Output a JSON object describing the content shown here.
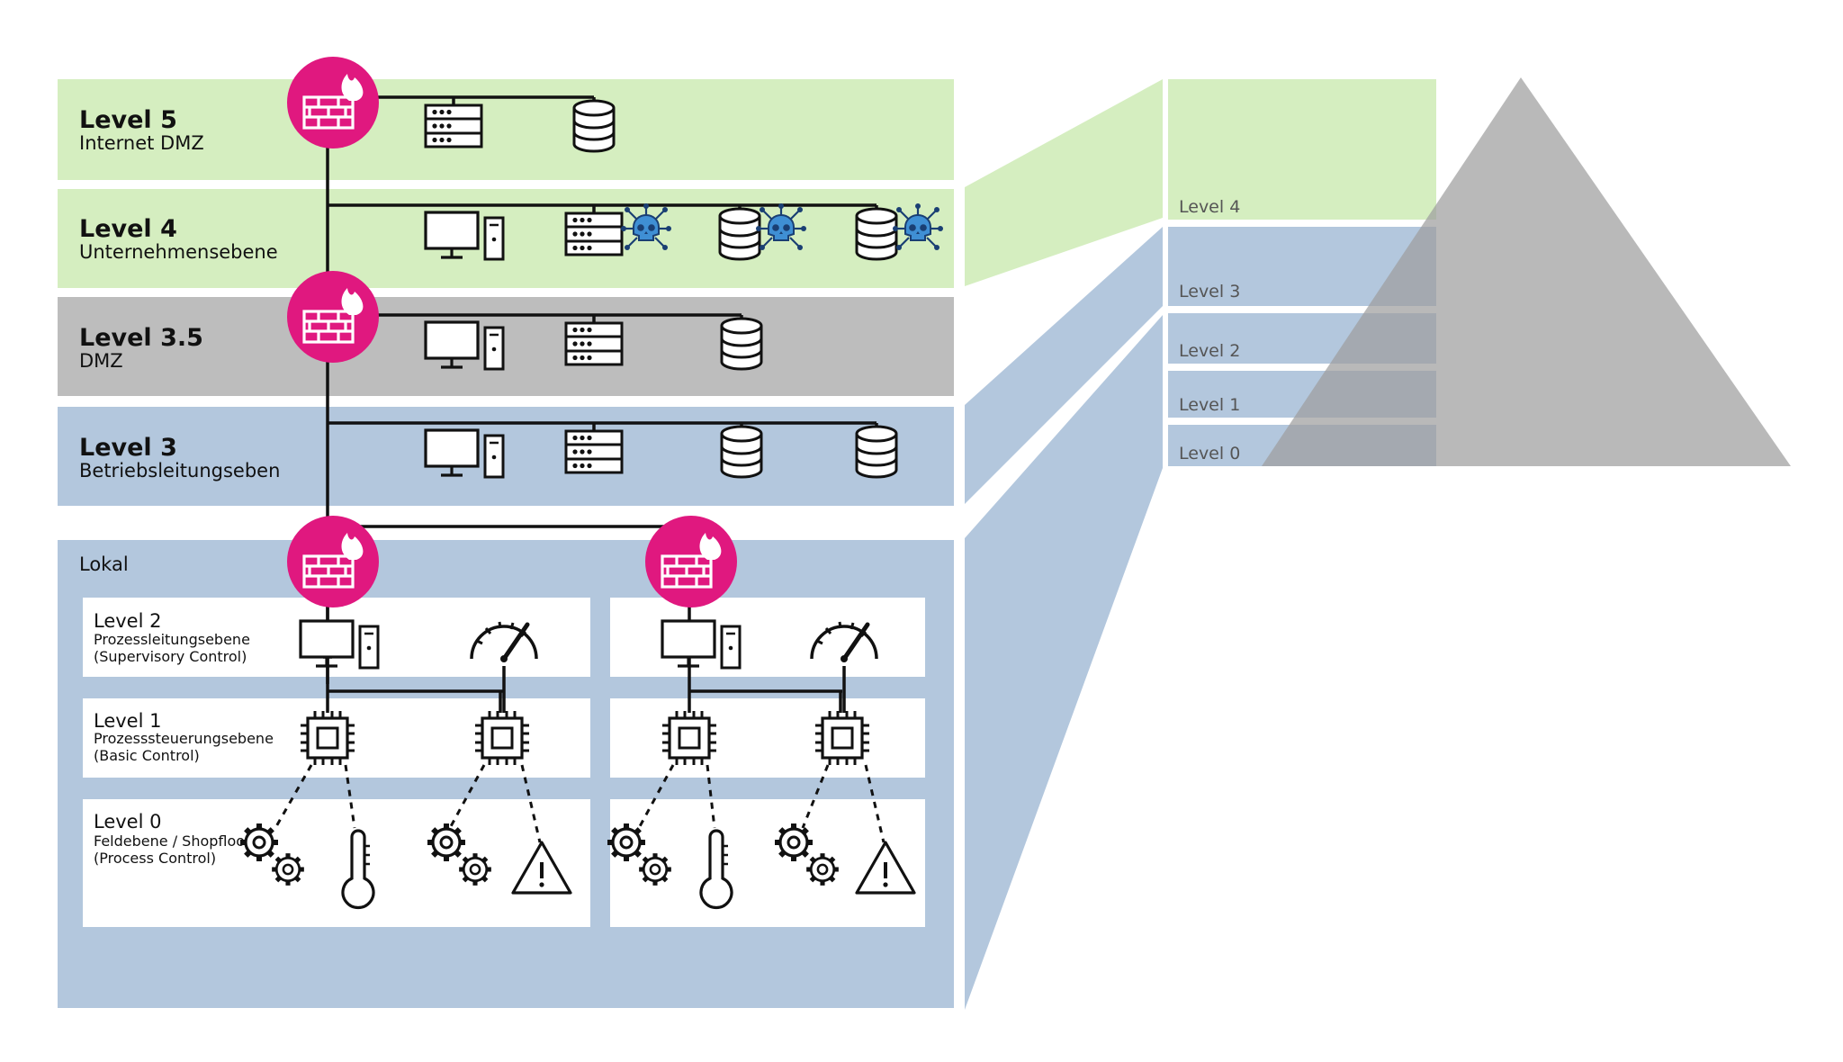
{
  "colors": {
    "level_green": "#d5eec0",
    "level_grey": "#bdbdbd",
    "level_blue": "#b3c7dd",
    "firewall": "#e0187f",
    "virus": "#3f8fd4",
    "pyramid": "#b4b4b4",
    "panel_white": "#ffffff"
  },
  "levels": {
    "l5": {
      "title": "Level 5",
      "subtitle": "Internet DMZ"
    },
    "l4": {
      "title": "Level 4",
      "subtitle": "Unternehmensebene"
    },
    "l35": {
      "title": "Level 3.5",
      "subtitle": "DMZ"
    },
    "l3": {
      "title": "Level 3",
      "subtitle": "Betriebsleitungseben"
    }
  },
  "local": {
    "label": "Lokal",
    "l2": {
      "title": "Level 2",
      "sub1": "Prozessleitungsebene",
      "sub2": "(Supervisory Control)"
    },
    "l1": {
      "title": "Level 1",
      "sub1": "Prozesssteuerungsebene",
      "sub2": "(Basic Control)"
    },
    "l0": {
      "title": "Level 0",
      "sub1": "Feldebene / Shopfloor",
      "sub2": "(Process Control)"
    }
  },
  "pyramid": {
    "labels": [
      "Level 4",
      "Level 3",
      "Level 2",
      "Level 1",
      "Level 0"
    ]
  },
  "icons": [
    "firewall-icon",
    "server-icon",
    "database-icon",
    "workstation-icon",
    "skull-virus-icon",
    "gauge-icon",
    "chip-icon",
    "gears-icon",
    "thermometer-icon",
    "warning-icon"
  ]
}
